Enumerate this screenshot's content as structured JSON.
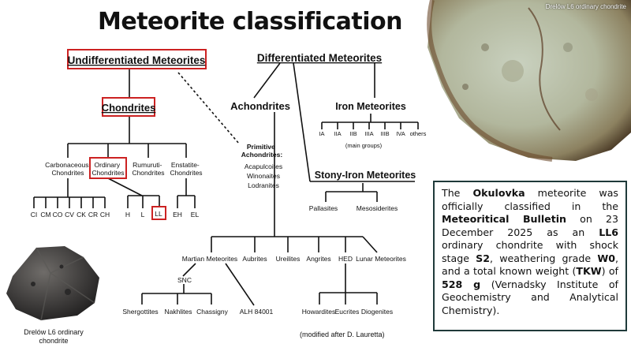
{
  "title": "Meteorite classification",
  "photo_top_caption": "Drelów L6 ordinary chondrite",
  "photo_bottom_caption": "Drelów L6 ordinary chondrite",
  "credit": "(modified after D. Lauretta)",
  "tree": {
    "undifferentiated": "Undifferentiated Meteorites",
    "differentiated": "Differentiated Meteorites",
    "chondrites": "Chondrites",
    "carbonaceous": [
      "Carbonaceous",
      "Chondrites"
    ],
    "ordinary": [
      "Ordinary",
      "Chondrites"
    ],
    "rumuruti": [
      "Rumuruti-",
      "Chondrites"
    ],
    "enstatite": [
      "Enstatite-",
      "Chondrites"
    ],
    "carb_groups": [
      "CI",
      "CM",
      "CO",
      "CV",
      "CK",
      "CR",
      "CH"
    ],
    "ord_groups": [
      "H",
      "L",
      "LL"
    ],
    "enst_groups": [
      "EH",
      "EL"
    ],
    "primitive": [
      "Primitive",
      "Achondrites:"
    ],
    "primitive_list": [
      "Acapulcoites",
      "Winonaites",
      "Lodranites"
    ],
    "achondrites": "Achondrites",
    "iron": "Iron Meteorites",
    "iron_groups": [
      "IA",
      "IIA",
      "IIB",
      "IIIA",
      "IIIB",
      "IVA",
      "others"
    ],
    "main_groups": "(main groups)",
    "stony_iron": "Stony-Iron Meteorites",
    "stony_iron_groups": [
      "Pallasites",
      "Mesosiderites"
    ],
    "ach_groups": [
      "Martian Meteorites",
      "Aubrites",
      "Ureilites",
      "Angrites",
      "HED",
      "Lunar Meteorites"
    ],
    "snc": "SNC",
    "snc_groups": [
      "Shergottites",
      "Nakhlites",
      "Chassigny"
    ],
    "alh": "ALH 84001",
    "hed_groups": [
      "Howardites",
      "Eucrites",
      "Diogenites"
    ]
  },
  "info": {
    "p1": "The ",
    "name": "Okulovka",
    "p2": " meteorite was officially classified in the ",
    "bulletin": "Meteoritical Bulletin",
    "p3": " on 23 December 2025 as an ",
    "type": "LL6",
    "p4": " ordinary chondrite with shock stage ",
    "shock": "S2",
    "p5": ", weathering grade ",
    "weathering": "W0",
    "p6": ", and a total known weight (",
    "tkw": "TKW",
    "p7": ") of ",
    "weight": "528 g",
    "p8": " (Vernadsky Institute of Geochemistry and Analytical Chemistry)."
  },
  "colors": {
    "highlight": "#cc2222",
    "line": "#111111",
    "box_border": "#1f3a3a"
  }
}
